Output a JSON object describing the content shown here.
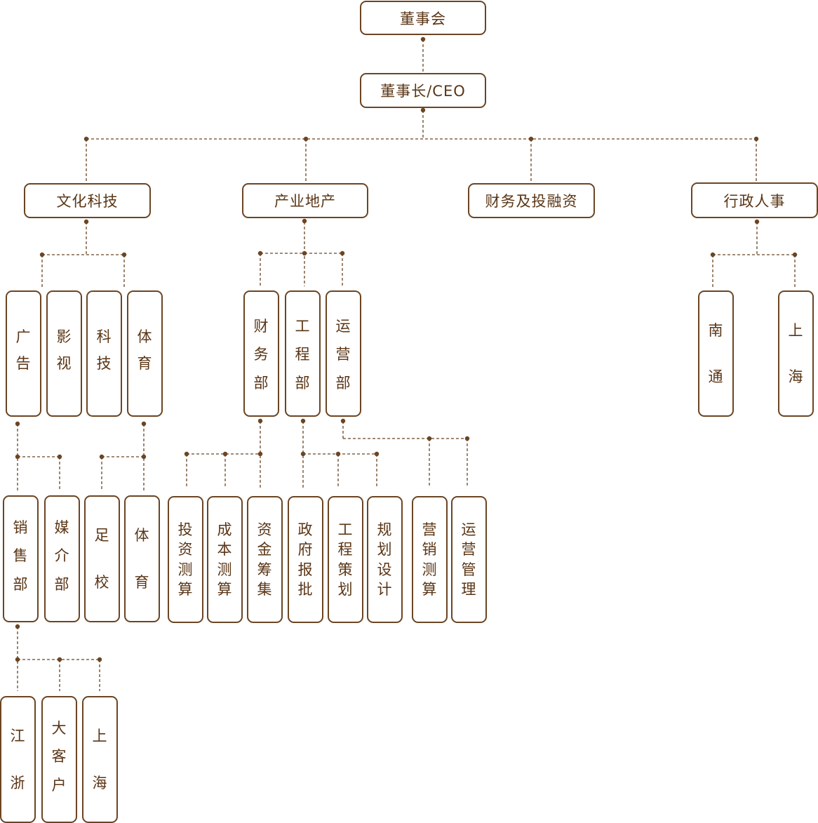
{
  "board": "董事会",
  "ceo": "董事长/CEO",
  "divisions": {
    "culture_tech": "文化科技",
    "real_estate": "产业地产",
    "finance_invest": "财务及投融资",
    "admin_hr": "行政人事"
  },
  "culture_units": {
    "ads": "广告",
    "film": "影视",
    "tech": "科技",
    "sports": "体育"
  },
  "realestate_units": {
    "finance": "财务部",
    "engineering": "工程部",
    "operations": "运营部"
  },
  "admin_units": {
    "nantong": "南通",
    "shanghai": "上海"
  },
  "level4": {
    "sales": "销售部",
    "media": "媒介部",
    "football": "足校",
    "sports": "体育",
    "invest_calc": "投资测算",
    "cost_calc": "成本测算",
    "fundraising": "资金筹集",
    "gov_approval": "政府报批",
    "eng_planning": "工程策划",
    "design": "规划设计",
    "marketing_calc": "营销测算",
    "ops_mgmt": "运营管理"
  },
  "level5": {
    "jiangzhe": "江浙",
    "key_accounts": "大客户",
    "shanghai": "上海"
  }
}
